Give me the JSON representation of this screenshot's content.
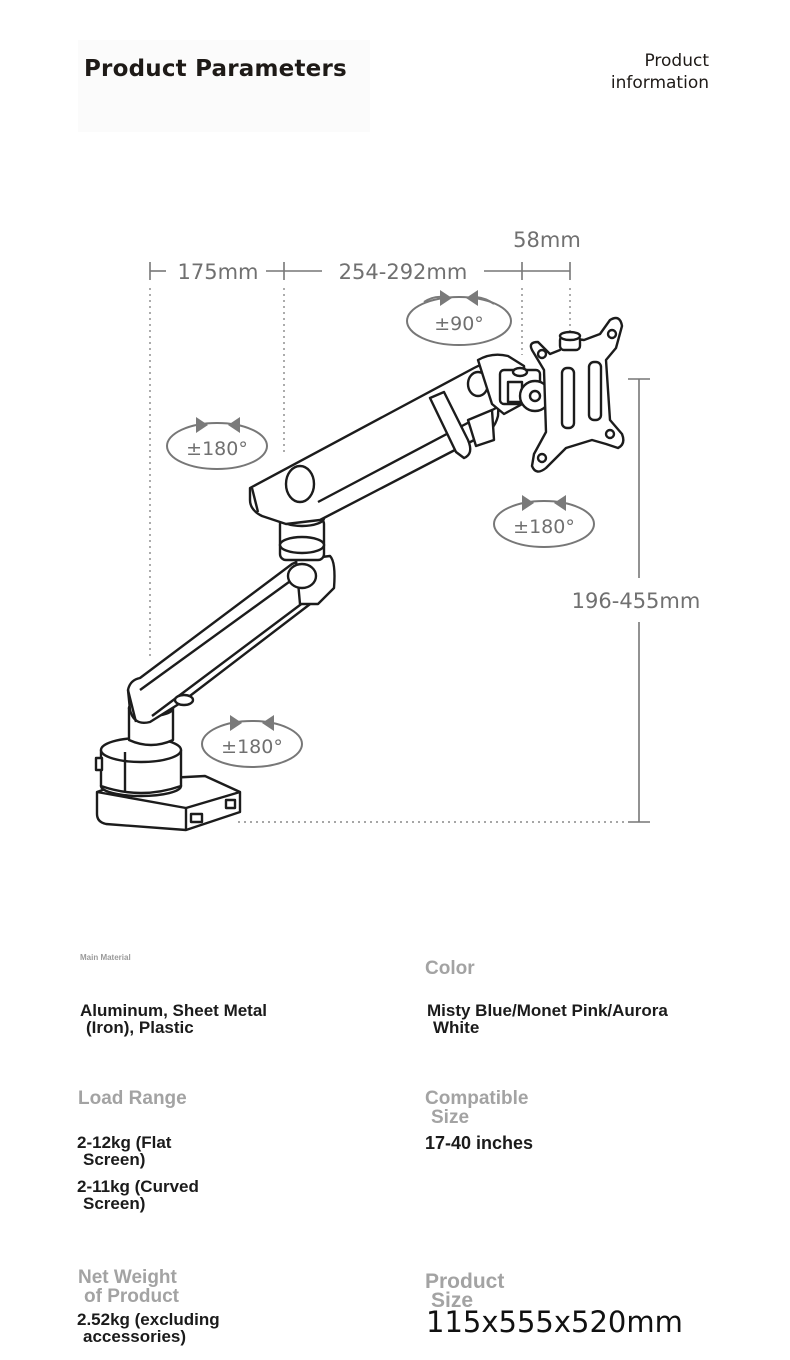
{
  "header": {
    "title": "Product Parameters",
    "info_line1": "Product",
    "info_line2": "information"
  },
  "dimensions": {
    "base_depth": "175mm",
    "arm_length": "254-292mm",
    "head_offset": "58mm",
    "height_range": "196-455mm"
  },
  "rotations": {
    "head": "±90°",
    "upper_arm": "±180°",
    "tilt": "±180°",
    "base": "±180°"
  },
  "specs": {
    "main_material": {
      "label": "Main Material",
      "value_line1": "Aluminum, Sheet Metal",
      "value_line2": "(Iron), Plastic"
    },
    "color": {
      "label": "Color",
      "value_line1": "Misty Blue/Monet Pink/Aurora",
      "value_line2": "White"
    },
    "load_range": {
      "label": "Load Range",
      "flat_line1": "2-12kg (Flat",
      "flat_line2": "Screen)",
      "curved_line1": "2-11kg (Curved",
      "curved_line2": "Screen)"
    },
    "compatible_size": {
      "label_line1": "Compatible",
      "label_line2": "Size",
      "value": "17-40 inches"
    },
    "net_weight": {
      "label_line1": "Net Weight",
      "label_line2": "of Product",
      "value_line1": "2.52kg (excluding",
      "value_line2": "accessories)"
    },
    "product_size": {
      "label_line1": "Product",
      "label_line2": "Size",
      "value": "115x555x520mm"
    }
  }
}
